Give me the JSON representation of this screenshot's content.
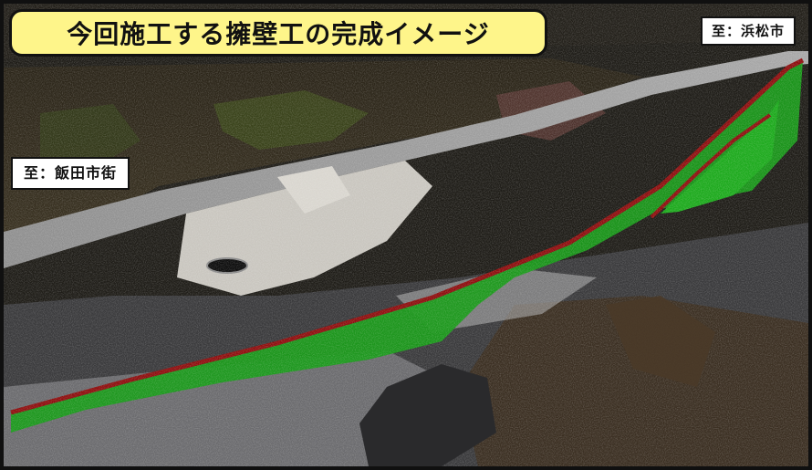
{
  "title": "今回施工する擁壁工の完成イメージ",
  "labels": {
    "to_hamamatsu": "至：浜松市",
    "to_iida": "至：飯田市街"
  },
  "colors": {
    "title_background": "#fef58a",
    "wall_fill": "#1a9a1a",
    "wall_edge": "#8e1010"
  }
}
